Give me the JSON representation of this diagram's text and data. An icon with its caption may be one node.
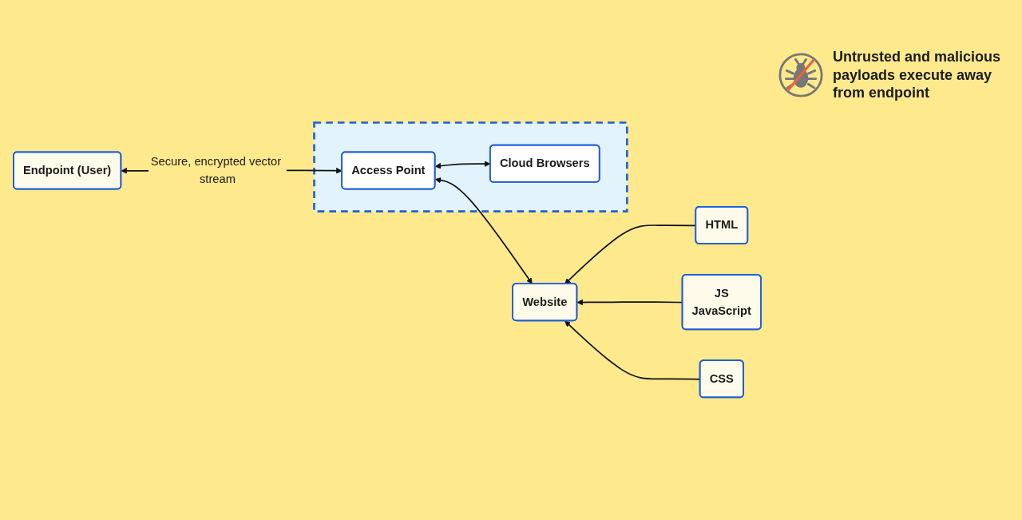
{
  "diagram": {
    "nodes": [
      {
        "text": [],
        "shape": "box"
      },
      {
        "text": [
          "Cloud Browsers"
        ],
        "in": 0
      },
      {
        "text": [
          "Access Point"
        ],
        "in": 0
      },
      {
        "text": [
          "Endpoint (User)"
        ]
      },
      {
        "text": [
          "Website"
        ]
      },
      {
        "text": [
          "HTML"
        ]
      },
      {
        "text": [
          "JS",
          "JavaScript"
        ]
      },
      {
        "text": [
          "CSS"
        ]
      }
    ],
    "edges": [
      {
        "from": 3,
        "to": 2,
        "arrow": "both",
        "label": "Secure, encrypted vector stream"
      },
      {
        "from": 1,
        "to": 2,
        "arrow": "both"
      },
      {
        "from": 2,
        "to": 4,
        "arrow": "both"
      },
      {
        "from": 5,
        "to": 4,
        "arrow": "to"
      },
      {
        "from": 6,
        "to": 4,
        "arrow": "to"
      },
      {
        "from": 7,
        "to": 4,
        "arrow": "to"
      }
    ],
    "labels": [
      "Untrusted and malicious payloads execute away from endpoint"
    ]
  }
}
